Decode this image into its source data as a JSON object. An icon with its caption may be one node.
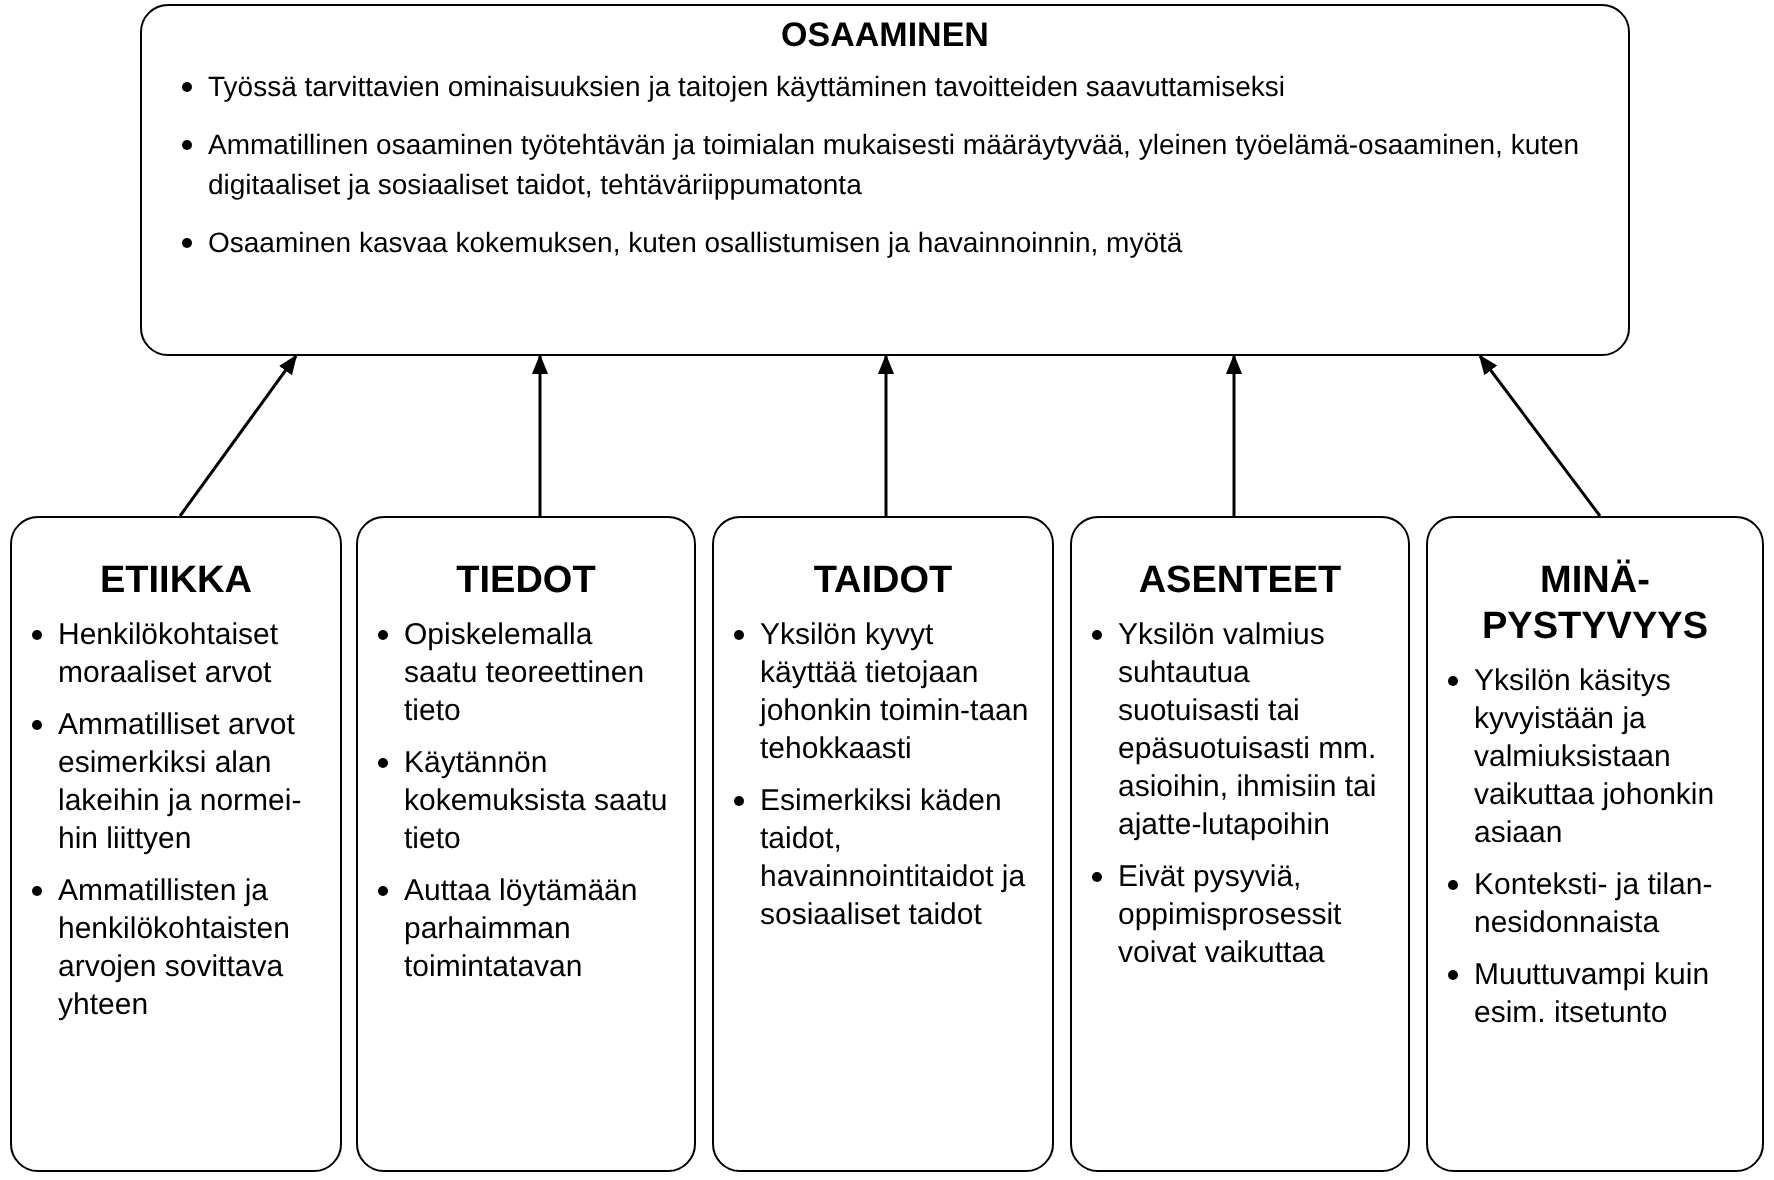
{
  "diagram": {
    "nodes": [
      {
        "text": [
          "OSAAMINEN",
          "Työssä tarvittavien ominaisuuksien ja taitojen käyttäminen tavoitteiden saavuttamiseksi",
          "Ammatillinen osaaminen työtehtävän ja toimialan mukaisesti määräytyvää, yleinen työelämä-osaaminen, kuten digitaaliset ja sosiaaliset taidot, tehtäväriippumatonta",
          "Osaaminen kasvaa kokemuksen, kuten osallistumisen ja havainnoinnin, myötä"
        ]
      },
      {
        "text": [
          "ETIIKKA",
          "Henkilökohtaiset moraaliset arvot",
          "Ammatilliset arvot esimerkiksi alan lakeihin ja normei-hin liittyen",
          "Ammatillisten ja henkilökohtaisten arvojen sovittava yhteen"
        ]
      },
      {
        "text": [
          "TIEDOT",
          "Opiskelemalla saatu teoreettinen tieto",
          "Käytännön kokemuksista saatu tieto",
          "Auttaa löytämään parhaimman toimintatavan"
        ]
      },
      {
        "text": [
          "TAIDOT",
          "Yksilön kyvyt käyttää tietojaan johonkin toimin-taan tehokkaasti",
          "Esimerkiksi käden taidot, havainnointitaidot ja sosiaaliset taidot"
        ]
      },
      {
        "text": [
          "ASENTEET",
          "Yksilön valmius suhtautua suotuisasti tai epäsuotuisasti mm. asioihin, ihmisiin tai ajatte-lutapoihin",
          "Eivät pysyviä, oppimisprosessit voivat vaikuttaa"
        ]
      },
      {
        "text": [
          "MINÄ-PYSTYVYYS",
          "Yksilön käsitys kyvyistään ja valmiuksistaan vaikuttaa johonkin asiaan",
          "Konteksti- ja tilan-nesidonnaista",
          "Muuttuvampi kuin esim. itsetunto"
        ]
      }
    ],
    "edges": [
      {
        "from": 1,
        "to": 0,
        "arrow": "to"
      },
      {
        "from": 2,
        "to": 0,
        "arrow": "to"
      },
      {
        "from": 3,
        "to": 0,
        "arrow": "to"
      },
      {
        "from": 4,
        "to": 0,
        "arrow": "to"
      },
      {
        "from": 5,
        "to": 0,
        "arrow": "to"
      }
    ]
  }
}
